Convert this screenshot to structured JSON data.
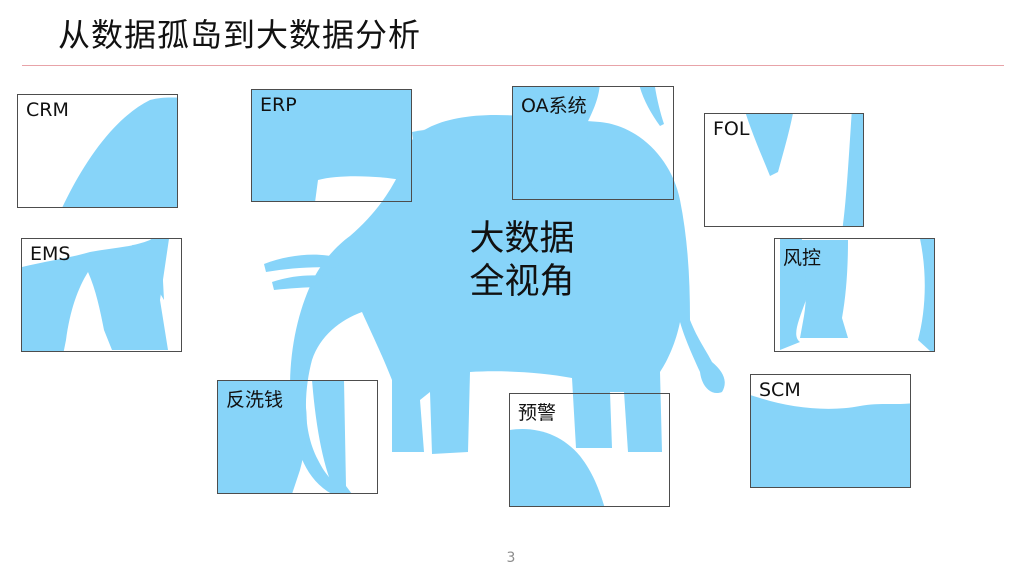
{
  "slide": {
    "title": "从数据孤岛到大数据分析",
    "center_label": [
      "大数据",
      "全视角"
    ],
    "page_number": "3"
  },
  "boxes": [
    {
      "id": "crm",
      "label": "CRM"
    },
    {
      "id": "erp",
      "label": "ERP"
    },
    {
      "id": "oa",
      "label": "OA系统"
    },
    {
      "id": "fol",
      "label": "FOL"
    },
    {
      "id": "ems",
      "label": "EMS"
    },
    {
      "id": "risk-control",
      "label": "风控"
    },
    {
      "id": "anti-money-laundering",
      "label": "反洗钱"
    },
    {
      "id": "early-warning",
      "label": "预警"
    },
    {
      "id": "scm",
      "label": "SCM"
    }
  ],
  "colors": {
    "elephant_fill": "#87d4f9",
    "title_rule": "#e8a3a8",
    "box_border": "#4d4d4d",
    "text": "#111111",
    "page_number": "#8c8c8c"
  }
}
